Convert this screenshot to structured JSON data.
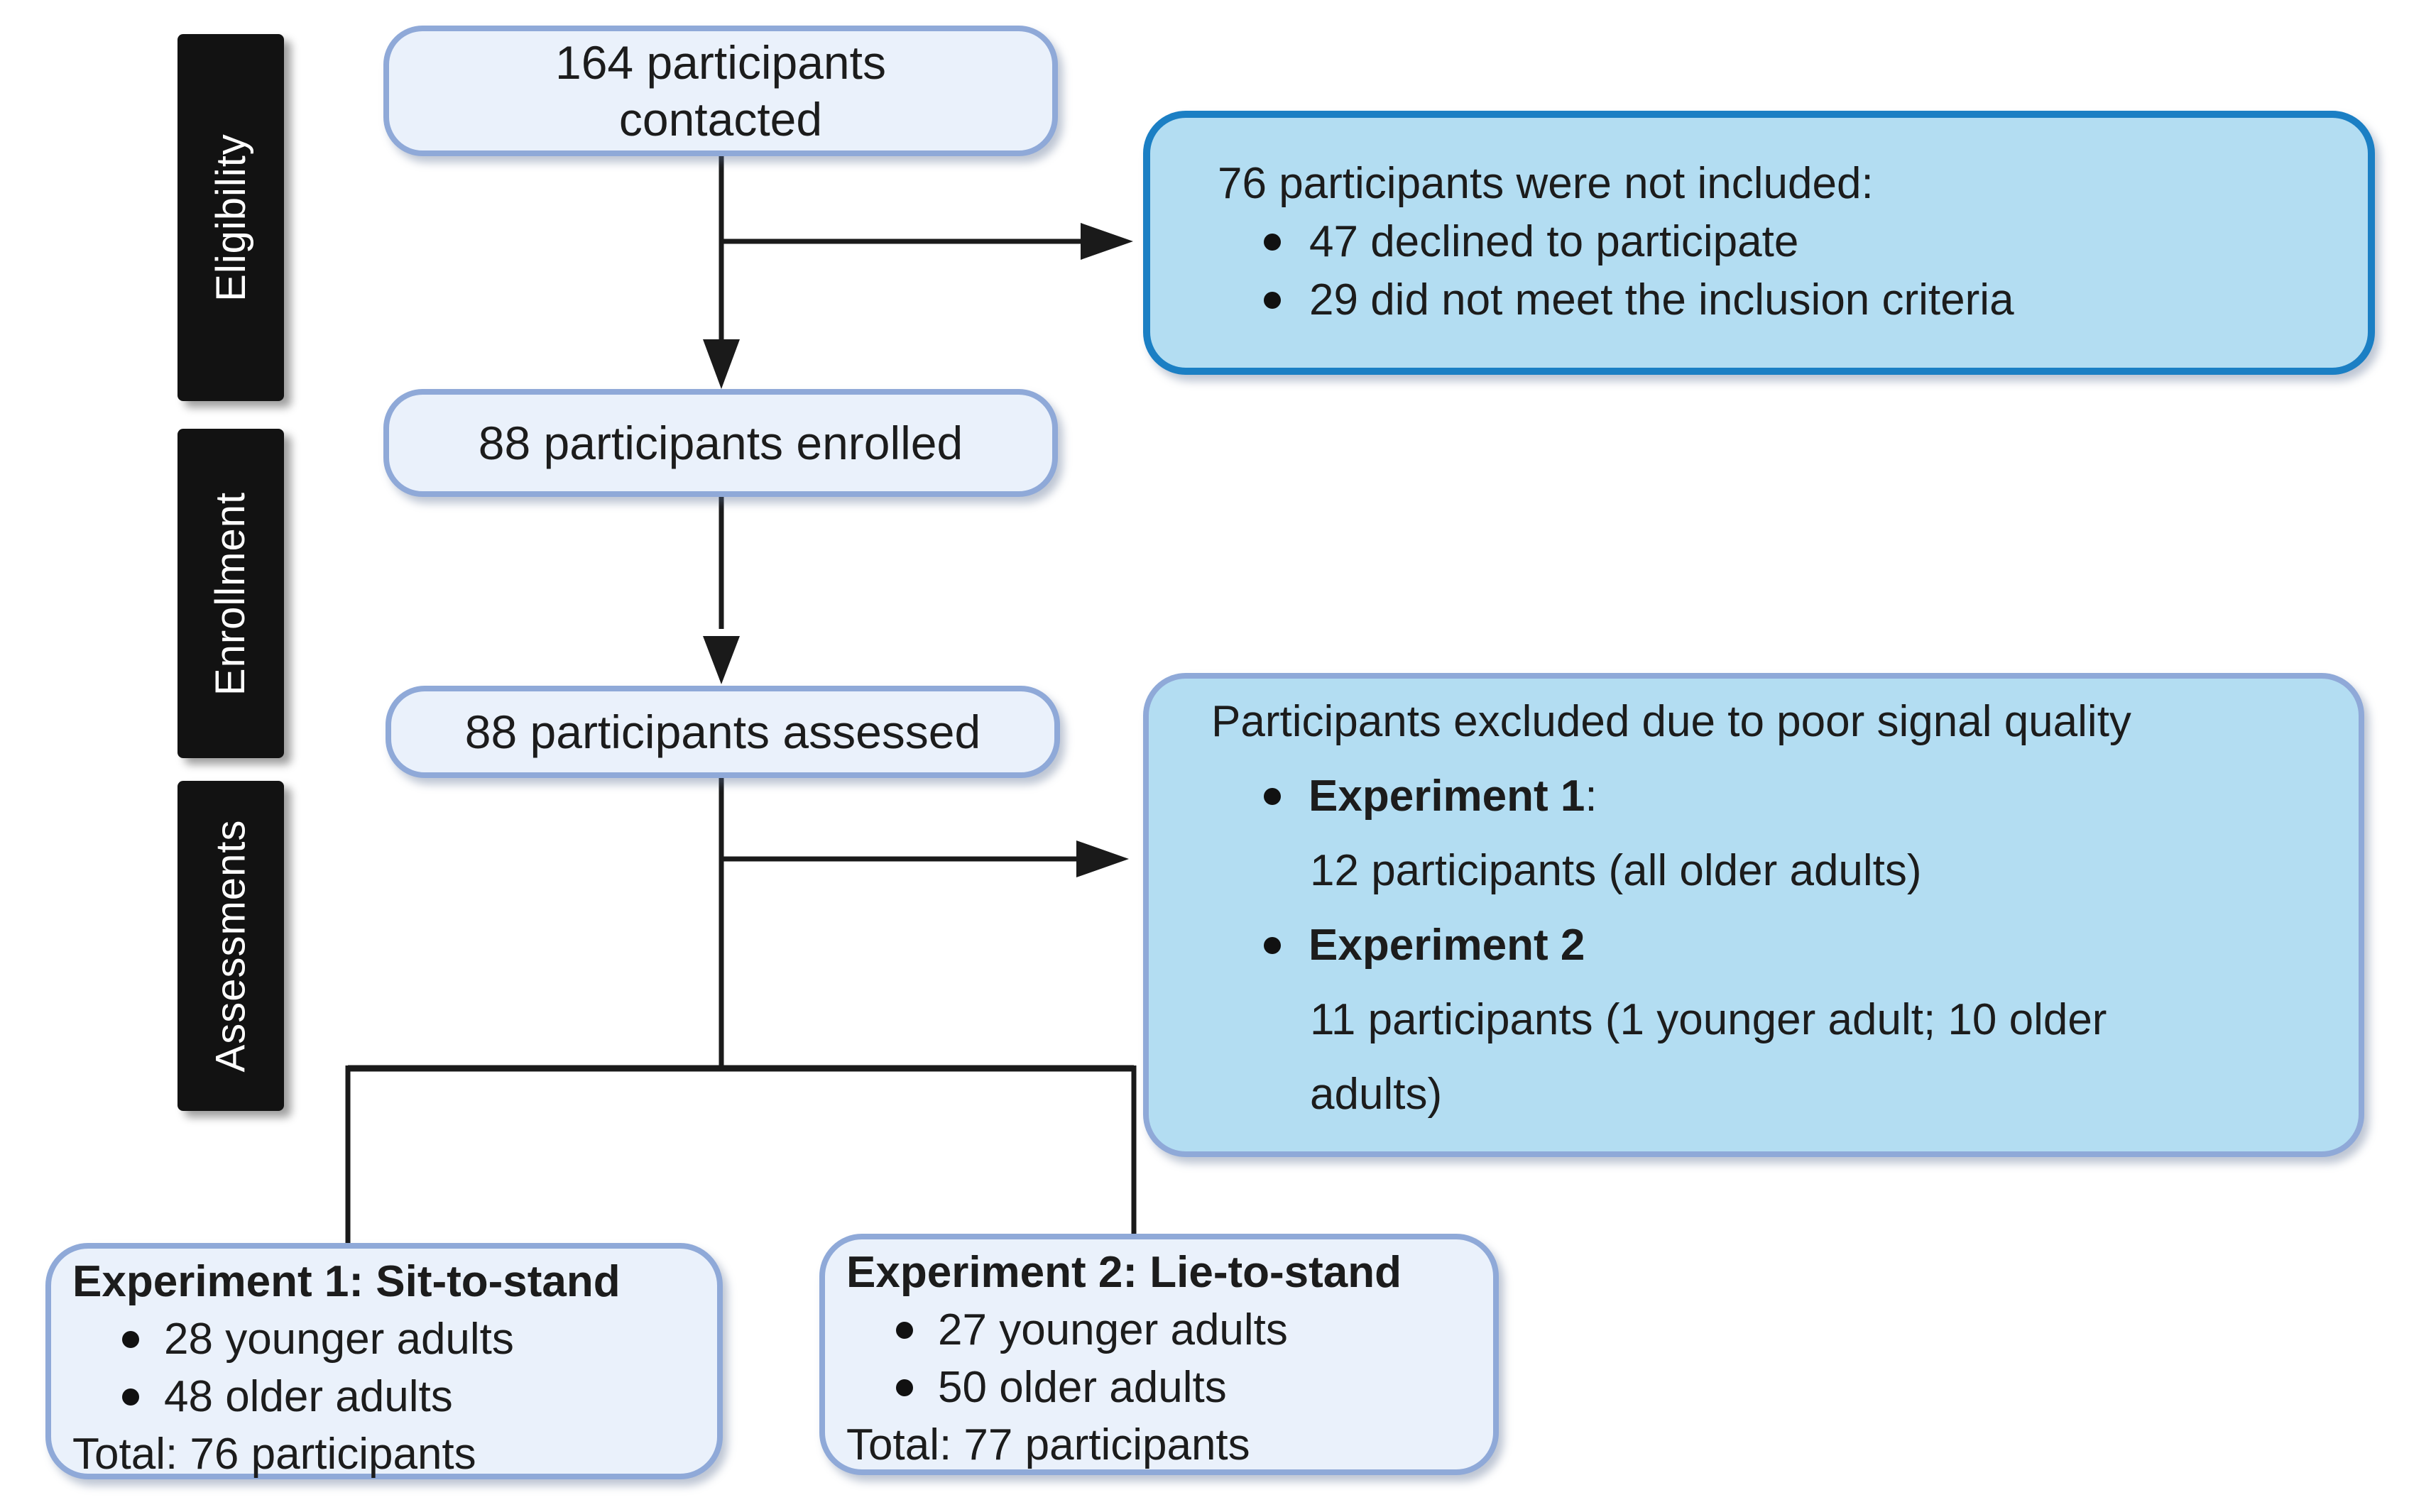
{
  "stages": {
    "items": [
      {
        "label": "Eligibility"
      },
      {
        "label": "Enrollment"
      },
      {
        "label": "Assessments"
      }
    ]
  },
  "boxes": {
    "contacted": {
      "line1": "164 participants",
      "line2": "contacted"
    },
    "enrolled": {
      "label": "88 participants enrolled"
    },
    "assessed": {
      "label": "88 participants assessed"
    },
    "not_included": {
      "header": "76 participants were not included:",
      "bullets": [
        "47 declined to participate",
        "29 did not meet the inclusion criteria"
      ]
    },
    "excluded": {
      "header": "Participants excluded due to poor signal quality",
      "items": [
        {
          "name": "Experiment 1",
          "suffix": ":",
          "detail": "12 participants (all older adults)"
        },
        {
          "name": "Experiment 2",
          "suffix": "",
          "detail": "11 participants (1 younger adult; 10 older adults)"
        }
      ]
    },
    "experiment1": {
      "title": "Experiment 1: Sit-to-stand",
      "bullets": [
        "28 younger adults",
        "48 older adults"
      ],
      "total": "Total: 76 participants"
    },
    "experiment2": {
      "title": "Experiment 2: Lie-to-stand",
      "bullets": [
        "27 younger adults",
        "50 older adults"
      ],
      "total": "Total: 77 participants"
    }
  },
  "colors": {
    "light_box_fill": "#EAF1FB",
    "light_box_border": "#8FA9D8",
    "highlight_box_fill": "#B3DDF2",
    "highlight_box_border": "#1B7FC4",
    "stage_box_fill": "#121212",
    "stage_text": "#FFFFFF",
    "line": "#1A1A1A",
    "text": "#1C1C1C"
  }
}
